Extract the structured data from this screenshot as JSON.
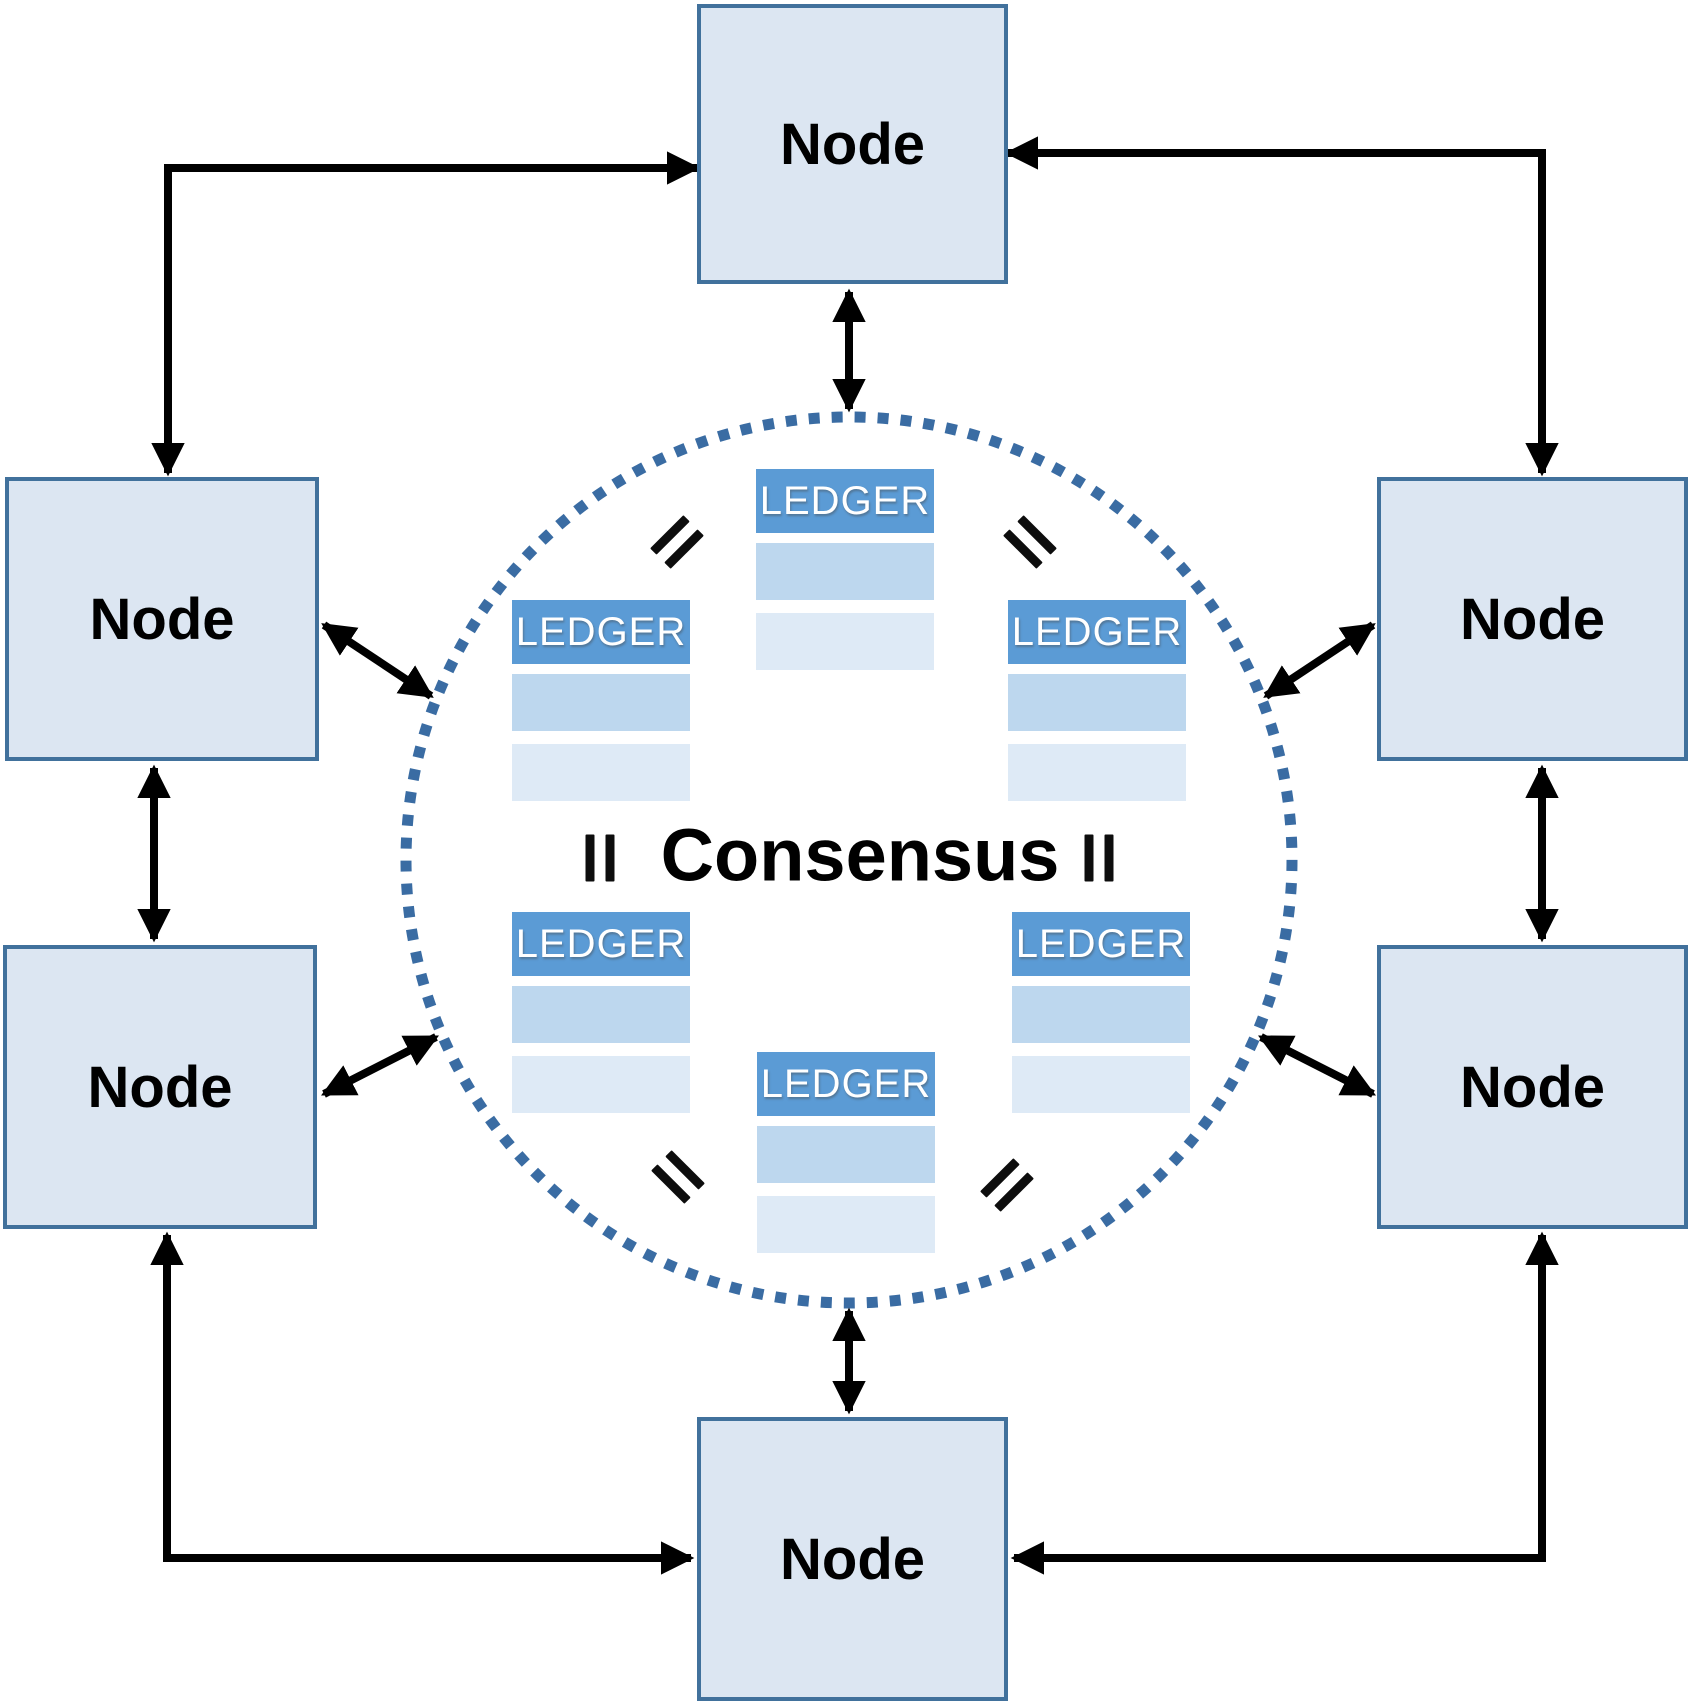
{
  "diagram": {
    "consensus_label": "Consensus",
    "equals_symbol": "=",
    "colors": {
      "node_fill": "#dce6f2",
      "node_border": "#41719c",
      "node_text": "#000000",
      "ledger_header_fill": "#5b9bd5",
      "ledger_row1_fill": "#bdd7ee",
      "ledger_row2_fill": "#deeaf6",
      "ledger_text": "#ffffff",
      "circle_dots": "#3a6ca3",
      "arrow": "#000000"
    }
  },
  "nodes": [
    {
      "id": "top",
      "label": "Node"
    },
    {
      "id": "left-upper",
      "label": "Node"
    },
    {
      "id": "right-upper",
      "label": "Node"
    },
    {
      "id": "left-lower",
      "label": "Node"
    },
    {
      "id": "right-lower",
      "label": "Node"
    },
    {
      "id": "bottom",
      "label": "Node"
    }
  ],
  "ledgers": [
    {
      "id": "top",
      "label": "LEDGER"
    },
    {
      "id": "left",
      "label": "LEDGER"
    },
    {
      "id": "right",
      "label": "LEDGER"
    },
    {
      "id": "bottom-left",
      "label": "LEDGER"
    },
    {
      "id": "bottom-right",
      "label": "LEDGER"
    },
    {
      "id": "bottom",
      "label": "LEDGER"
    }
  ]
}
